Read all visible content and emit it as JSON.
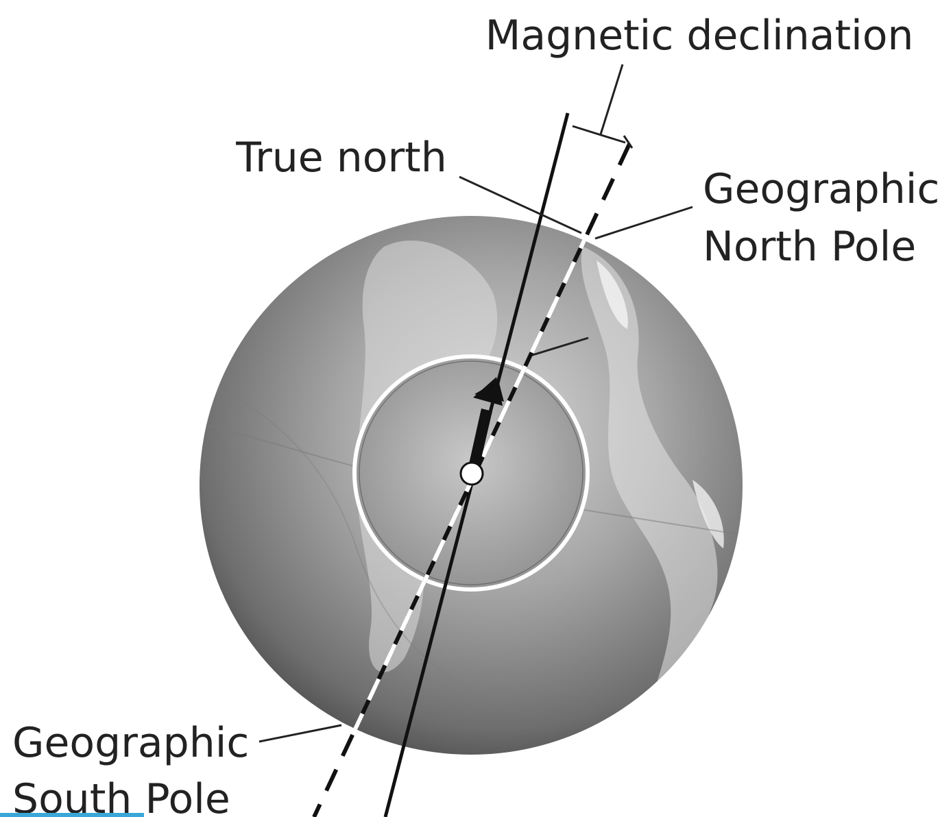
{
  "labels": {
    "magnetic_declination": "Magnetic declination",
    "true_north": "True north",
    "geographic_north_line1": "Geographic",
    "geographic_north_line2": "North Pole",
    "geographic_south_line1": "Geographic",
    "geographic_south_line2": "South Pole"
  },
  "colors": {
    "globe_dark": "#5a5a5a",
    "globe_light": "#bdbdbd",
    "inner_circle": "#9e9e9e",
    "line": "#111111",
    "bottom_accent": "#3aa7d8"
  }
}
